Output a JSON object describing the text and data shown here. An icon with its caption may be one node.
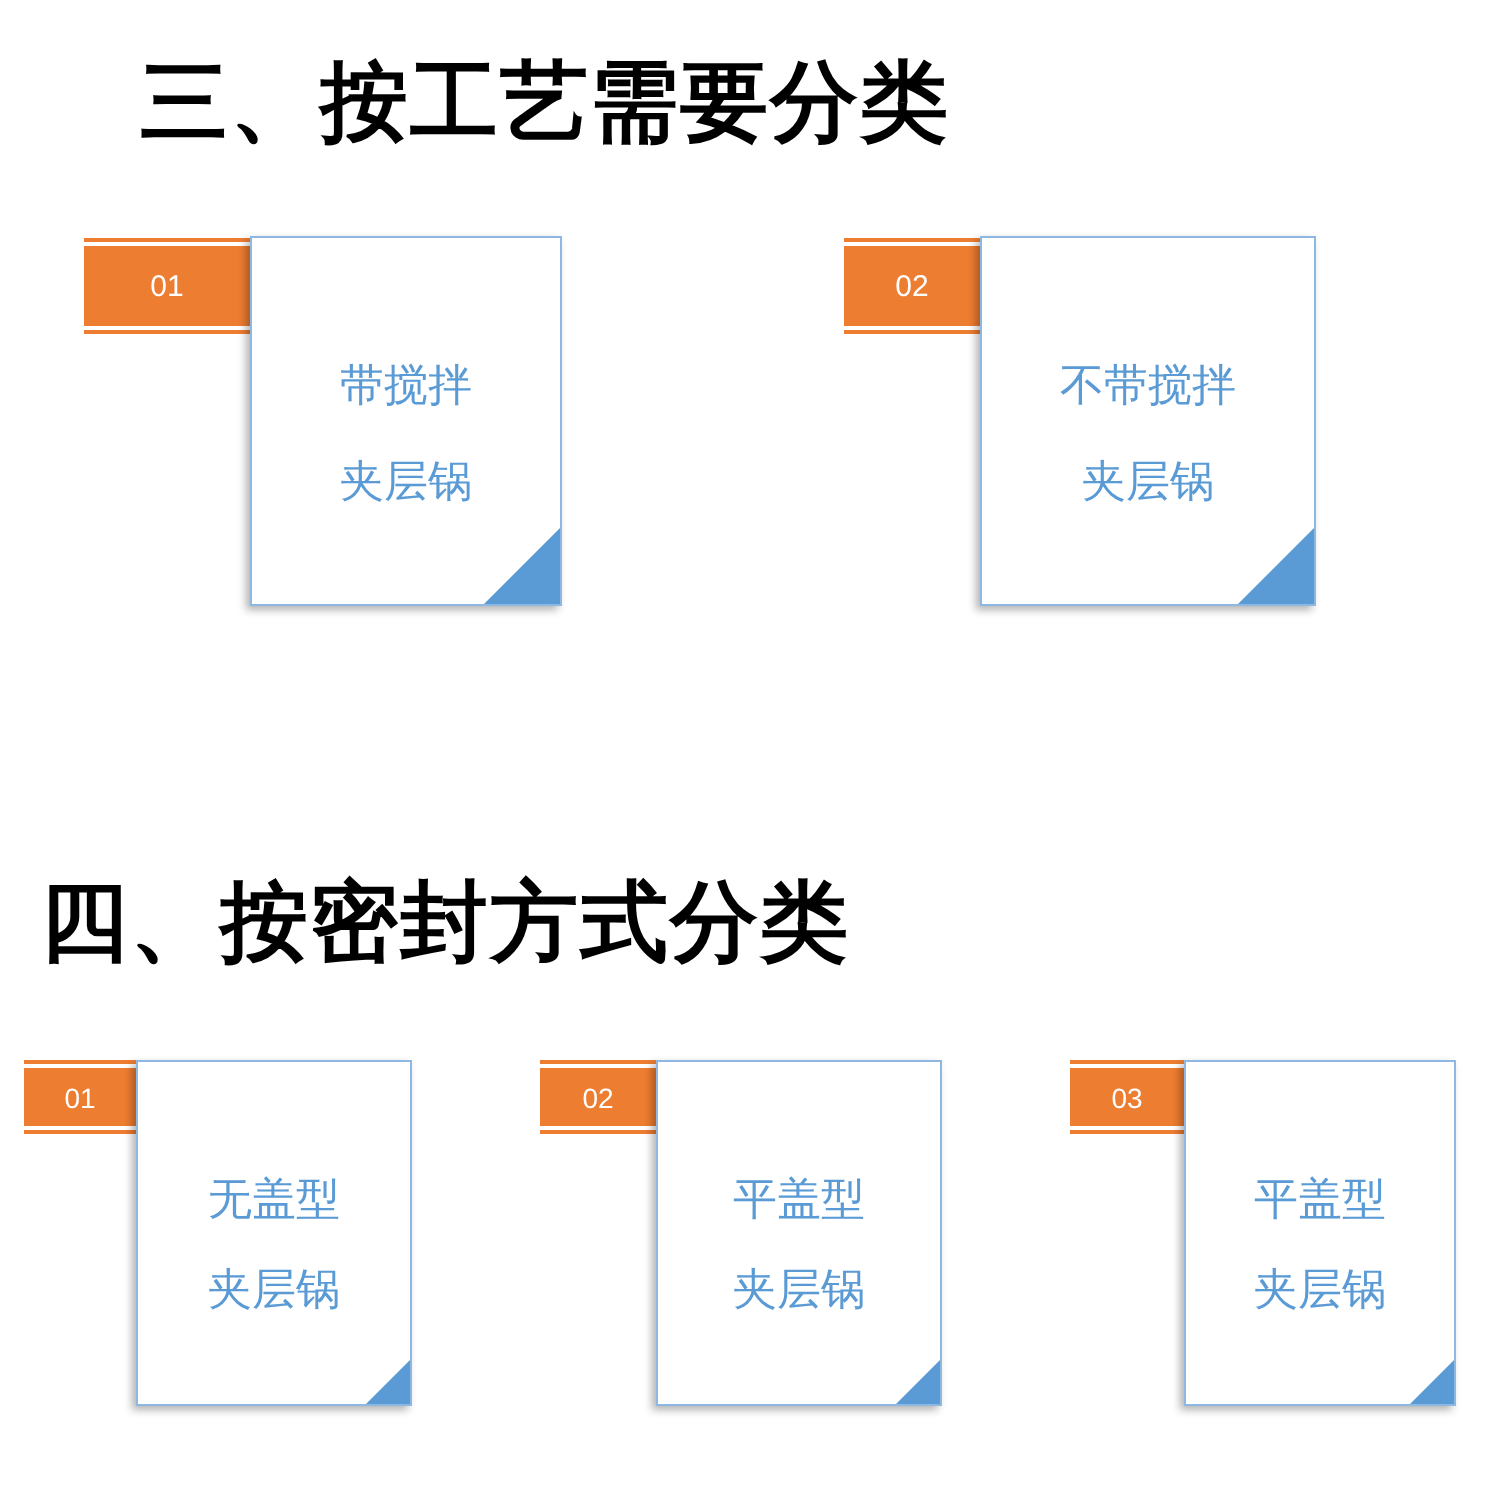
{
  "diagram": {
    "nodes": [
      {
        "text": [
          "01"
        ]
      },
      {
        "text": [
          "带搅拌",
          "夹层锅"
        ]
      },
      {
        "text": [
          "02"
        ]
      },
      {
        "text": [
          "不带搅拌",
          "夹层锅"
        ]
      },
      {
        "text": [
          "01"
        ]
      },
      {
        "text": [
          "无盖型",
          "夹层锅"
        ]
      },
      {
        "text": [
          "02"
        ]
      },
      {
        "text": [
          "平盖型",
          "夹层锅"
        ]
      },
      {
        "text": [
          "03"
        ]
      },
      {
        "text": [
          "平盖型",
          "夹层锅"
        ]
      }
    ],
    "labels": [
      "三、按工艺需要分类",
      "四、按密封方式分类"
    ]
  }
}
